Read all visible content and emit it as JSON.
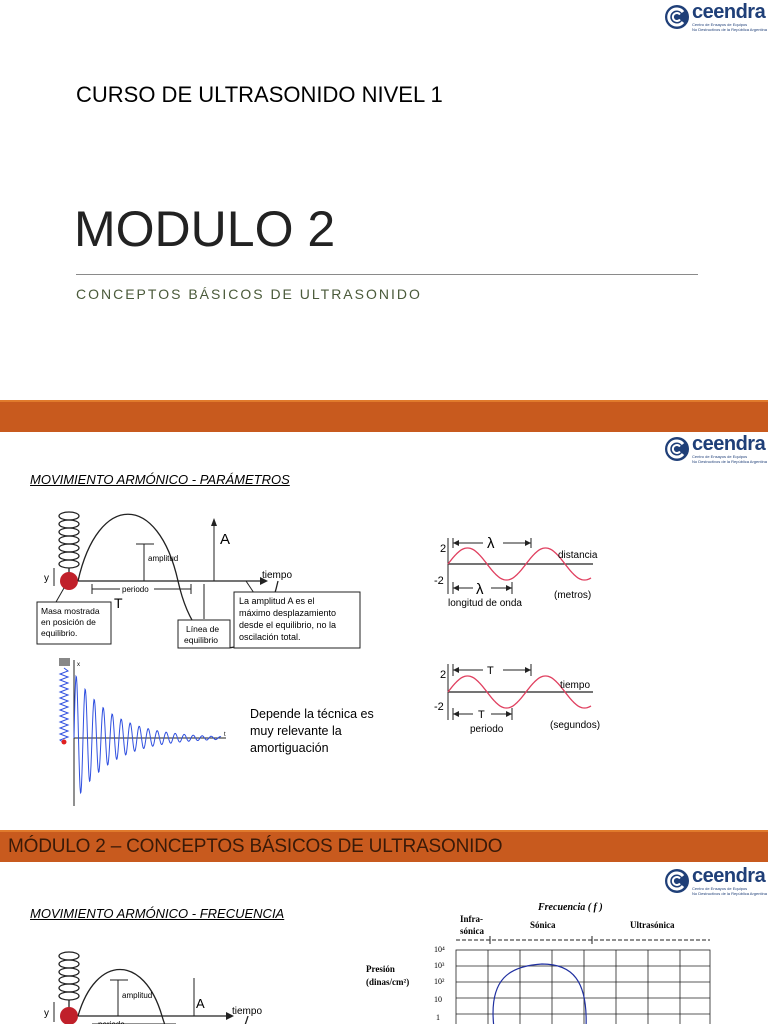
{
  "logo": {
    "name": "ceendra",
    "subtitle_line1": "Centro de Ensayos de Equipos",
    "subtitle_line2": "No Destructivos de la República Argentina"
  },
  "slide1": {
    "course_title": "CURSO DE ULTRASONIDO NIVEL 1",
    "module_title": "MODULO 2",
    "module_subtitle": "CONCEPTOS BÁSICOS DE ULTRASONIDO"
  },
  "slide2": {
    "section_heading": "MOVIMIENTO ARMÓNICO - PARÁMETROS",
    "spring_diagram": {
      "y_label": "y",
      "amplitude_label": "amplitud",
      "A_label": "A",
      "time_label": "tiempo",
      "period_label": "periodo",
      "T_label": "T",
      "mass_box": [
        "Masa mostrada",
        "en posición de",
        "equilibrio."
      ],
      "line_box": [
        "Línea de",
        "equilibrio"
      ],
      "amp_box": [
        "La amplitud A es el",
        "máximo desplazamiento",
        "desde el equilibrio, no la",
        "oscilación total."
      ]
    },
    "damped_note": "Depende la técnica es muy relevante la amortiguación",
    "damped_axis": {
      "x": "t",
      "y": "x"
    },
    "wave_distance": {
      "y_top": "2",
      "y_bottom": "-2",
      "lambda": "λ",
      "axis_label": "distancia",
      "caption": "longitud de onda",
      "units": "(metros)"
    },
    "wave_time": {
      "y_top": "2",
      "y_bottom": "-2",
      "T": "T",
      "axis_label": "tiempo",
      "caption": "periodo",
      "units": "(segundos)"
    }
  },
  "band2_title": "MÓDULO 2 – CONCEPTOS BÁSICOS DE ULTRASONIDO",
  "slide3": {
    "section_heading": "MOVIMIENTO ARMÓNICO - FRECUENCIA",
    "freq_chart": {
      "title": "Frecuencia ( f )",
      "regions": [
        "Infra-",
        "sónica",
        "Sónica",
        "Ultrasónica"
      ],
      "y_label_line1": "Presión",
      "y_label_line2": "(dinas/cm²)",
      "y_ticks": [
        "10⁴",
        "10³",
        "10²",
        "10",
        "1"
      ]
    }
  },
  "colors": {
    "band": "#c85a1e",
    "logo_blue": "#1f3f78",
    "wave_red": "#e04060",
    "damped_blue": "#3050e0",
    "curve_blue": "#2030a0"
  }
}
